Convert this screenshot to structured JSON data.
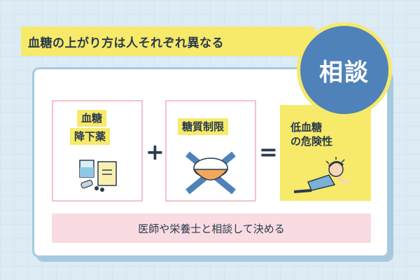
{
  "header": {
    "title": "血糖の上がり方は人それぞれ異なる"
  },
  "badge": {
    "label": "相談"
  },
  "medication": {
    "line1": "血糖",
    "line2": "降下薬"
  },
  "operators": {
    "plus": "+",
    "equals": "="
  },
  "carb": {
    "label": "糖質制限"
  },
  "result": {
    "line1": "低血糖",
    "line2": "の危険性"
  },
  "footer": {
    "text": "医師や栄養士と相談して決める"
  },
  "colors": {
    "yellow": "#f7e96a",
    "blue": "#4f82b8",
    "pink": "#f9dbe2",
    "border": "#a7c9e0"
  }
}
